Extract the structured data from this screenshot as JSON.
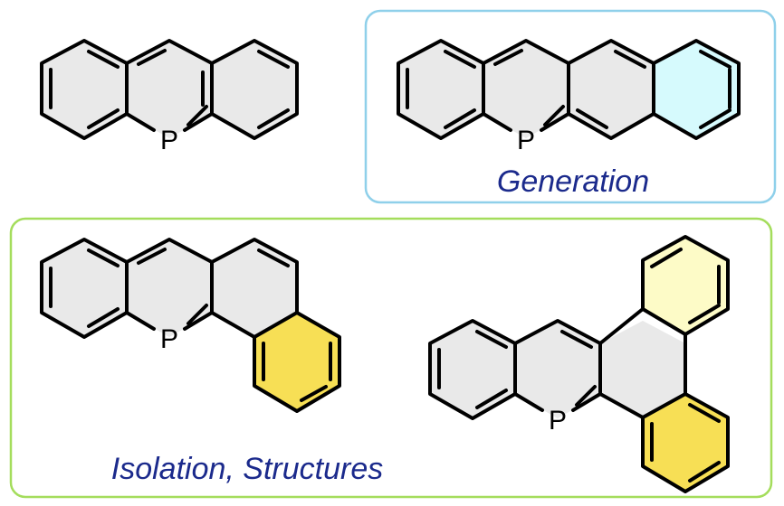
{
  "atom_label": "P",
  "generation": {
    "caption": "Generation",
    "box_color": "#8fd0ea",
    "highlight_color": "#d6fafd"
  },
  "isolation": {
    "caption": "Isolation, Structures",
    "box_color": "#a4dd5c",
    "yellow_color": "#f7df55",
    "pale_yellow_color": "#fdfbc7"
  },
  "caption_color": "#1b2a8c",
  "ring_fill": "#e9e9e9"
}
